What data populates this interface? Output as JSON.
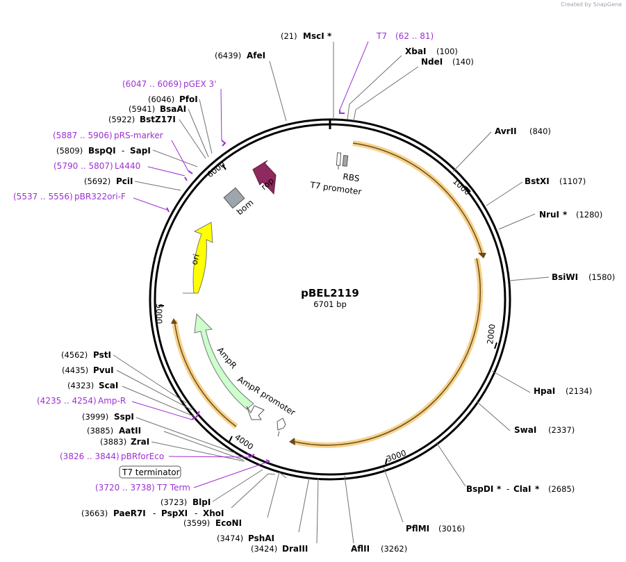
{
  "watermark": "Created by SnapGene",
  "plasmid": {
    "name": "pBEL2119",
    "size": "6701 bp"
  },
  "ticks": [
    "1000",
    "2000",
    "3000",
    "4000",
    "5000",
    "6000"
  ],
  "features": {
    "rbs": "RBS",
    "t7_promoter": "T7 promoter",
    "rop": "rop",
    "bom": "bom",
    "ori": "ori",
    "ampr": "AmpR",
    "ampr_promoter": "AmpR promoter",
    "t7_terminator": "T7 terminator"
  },
  "sites": [
    {
      "id": "msci",
      "pos": "(21)",
      "name": "MscI",
      "mark": "*",
      "extra": "",
      "extra_pos": ""
    },
    {
      "id": "xbai",
      "pos": "(100)",
      "name": "XbaI",
      "mark": "",
      "extra": "",
      "extra_pos": ""
    },
    {
      "id": "ndei",
      "pos": "(140)",
      "name": "NdeI",
      "mark": "",
      "extra": "",
      "extra_pos": ""
    },
    {
      "id": "avrii",
      "pos": "(840)",
      "name": "AvrII",
      "mark": "",
      "extra": "",
      "extra_pos": ""
    },
    {
      "id": "bstxi",
      "pos": "(1107)",
      "name": "BstXI",
      "mark": "",
      "extra": "",
      "extra_pos": ""
    },
    {
      "id": "nrui",
      "pos": "(1280)",
      "name": "NruI",
      "mark": "*",
      "extra": "",
      "extra_pos": ""
    },
    {
      "id": "bsiwi",
      "pos": "(1580)",
      "name": "BsiWI",
      "mark": "",
      "extra": "",
      "extra_pos": ""
    },
    {
      "id": "hpai",
      "pos": "(2134)",
      "name": "HpaI",
      "mark": "",
      "extra": "",
      "extra_pos": ""
    },
    {
      "id": "swai",
      "pos": "(2337)",
      "name": "SwaI",
      "mark": "",
      "extra": "",
      "extra_pos": ""
    },
    {
      "id": "bspdi",
      "pos": "(2685)",
      "name": "BspDI",
      "mark": "*",
      "extra": "ClaI",
      "extra_mark": "*"
    },
    {
      "id": "pflmi",
      "pos": "(3016)",
      "name": "PflMI",
      "mark": "",
      "extra": "",
      "extra_pos": ""
    },
    {
      "id": "aflii",
      "pos": "(3262)",
      "name": "AflII",
      "mark": "",
      "extra": "",
      "extra_pos": ""
    },
    {
      "id": "draiii",
      "pos": "(3424)",
      "name": "DraIII",
      "mark": "",
      "extra": "",
      "extra_pos": ""
    },
    {
      "id": "pshai",
      "pos": "(3474)",
      "name": "PshAI",
      "mark": "",
      "extra": "",
      "extra_pos": ""
    },
    {
      "id": "econi",
      "pos": "(3599)",
      "name": "EcoNI",
      "mark": "",
      "extra": "",
      "extra_pos": ""
    },
    {
      "id": "paer7i",
      "pos": "(3663)",
      "name": "PaeR7I",
      "mark": "",
      "extra": "PspXI",
      "extra2": "XhoI"
    },
    {
      "id": "blpi",
      "pos": "(3723)",
      "name": "BlpI",
      "mark": "",
      "extra": "",
      "extra_pos": ""
    },
    {
      "id": "zrai",
      "pos": "(3883)",
      "name": "ZraI",
      "mark": "",
      "extra": "",
      "extra_pos": ""
    },
    {
      "id": "aatii",
      "pos": "(3885)",
      "name": "AatII",
      "mark": "",
      "extra": "",
      "extra_pos": ""
    },
    {
      "id": "sspi",
      "pos": "(3999)",
      "name": "SspI",
      "mark": "",
      "extra": "",
      "extra_pos": ""
    },
    {
      "id": "scai",
      "pos": "(4323)",
      "name": "ScaI",
      "mark": "",
      "extra": "",
      "extra_pos": ""
    },
    {
      "id": "pvui",
      "pos": "(4435)",
      "name": "PvuI",
      "mark": "",
      "extra": "",
      "extra_pos": ""
    },
    {
      "id": "psti",
      "pos": "(4562)",
      "name": "PstI",
      "mark": "",
      "extra": "",
      "extra_pos": ""
    },
    {
      "id": "pcii",
      "pos": "(5692)",
      "name": "PciI",
      "mark": "",
      "extra": "",
      "extra_pos": ""
    },
    {
      "id": "bspqi",
      "pos": "(5809)",
      "name": "BspQI",
      "mark": "",
      "extra": "SapI",
      "extra_pos": ""
    },
    {
      "id": "bstz17i",
      "pos": "(5922)",
      "name": "BstZ17I",
      "mark": "",
      "extra": "",
      "extra_pos": ""
    },
    {
      "id": "bsaai",
      "pos": "(5941)",
      "name": "BsaAI",
      "mark": "",
      "extra": "",
      "extra_pos": ""
    },
    {
      "id": "pfoi",
      "pos": "(6046)",
      "name": "PfoI",
      "mark": "",
      "extra": "",
      "extra_pos": ""
    },
    {
      "id": "afei",
      "pos": "(6439)",
      "name": "AfeI",
      "mark": "",
      "extra": "",
      "extra_pos": ""
    }
  ],
  "primers": [
    {
      "id": "t7",
      "name": "T7",
      "range": "(62 .. 81)"
    },
    {
      "id": "pgex3",
      "name": "pGEX 3'",
      "range": "(6047 .. 6069)"
    },
    {
      "id": "prsmarker",
      "name": "pRS-marker",
      "range": "(5887 .. 5906)"
    },
    {
      "id": "l4440",
      "name": "L4440",
      "range": "(5790 .. 5807)"
    },
    {
      "id": "pbr322orif",
      "name": "pBR322ori-F",
      "range": "(5537 .. 5556)"
    },
    {
      "id": "ampr",
      "name": "Amp-R",
      "range": "(4235 .. 4254)"
    },
    {
      "id": "pbrforeco",
      "name": "pBRforEco",
      "range": "(3826 .. 3844)"
    },
    {
      "id": "t7term",
      "name": "T7 Term",
      "range": "(3720 .. 3738)"
    }
  ],
  "colors": {
    "backbone": "#000000",
    "orf": "#f5d28c",
    "rop": "#8e2a5e",
    "bom": "#9ea5ad",
    "ori": "#ffff00",
    "ampr": "#ccffcc",
    "primer": "#9d2fd3",
    "leader": "#707070"
  }
}
